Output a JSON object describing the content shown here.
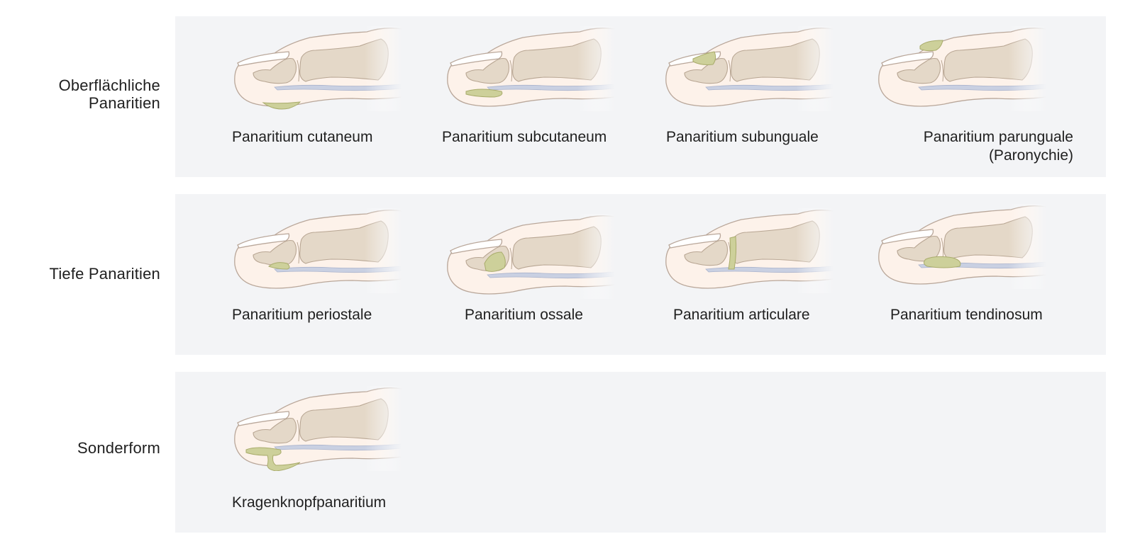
{
  "colors": {
    "panel_bg": "#f3f4f6",
    "skin": "#fdf2ea",
    "skin_outline": "#b9a79a",
    "bone": "#e4d8c8",
    "bone_outline": "#b8a693",
    "tendon": "#c9d0e2",
    "pus": "#cdd09a",
    "pus_outline": "#a9ac6c"
  },
  "rows": [
    {
      "label_lines": [
        "Oberflächliche",
        "Panaritien"
      ],
      "items": [
        {
          "caption_lines": [
            "Panaritium cutaneum"
          ],
          "lesion": "cutaneum-lesion"
        },
        {
          "caption_lines": [
            "Panaritium subcutaneum"
          ],
          "lesion": "subcutaneum-lesion"
        },
        {
          "caption_lines": [
            "Panaritium subunguale"
          ],
          "lesion": "subunguale-lesion"
        },
        {
          "caption_lines": [
            "Panaritium parunguale",
            "(Paronychie)"
          ],
          "lesion": "parunguale-lesion"
        }
      ]
    },
    {
      "label_lines": [
        "Tiefe Panaritien"
      ],
      "items": [
        {
          "caption_lines": [
            "Panaritium periostale"
          ],
          "lesion": "periostale-lesion"
        },
        {
          "caption_lines": [
            "Panaritium ossale"
          ],
          "lesion": "ossale-lesion"
        },
        {
          "caption_lines": [
            "Panaritium articulare"
          ],
          "lesion": "articulare-lesion"
        },
        {
          "caption_lines": [
            "Panaritium tendinosum"
          ],
          "lesion": "tendinosum-lesion"
        }
      ]
    },
    {
      "label_lines": [
        "Sonderform"
      ],
      "items": [
        {
          "caption_lines": [
            "Kragenknopfpanaritium"
          ],
          "lesion": "kragenknopf-lesion"
        }
      ]
    }
  ]
}
